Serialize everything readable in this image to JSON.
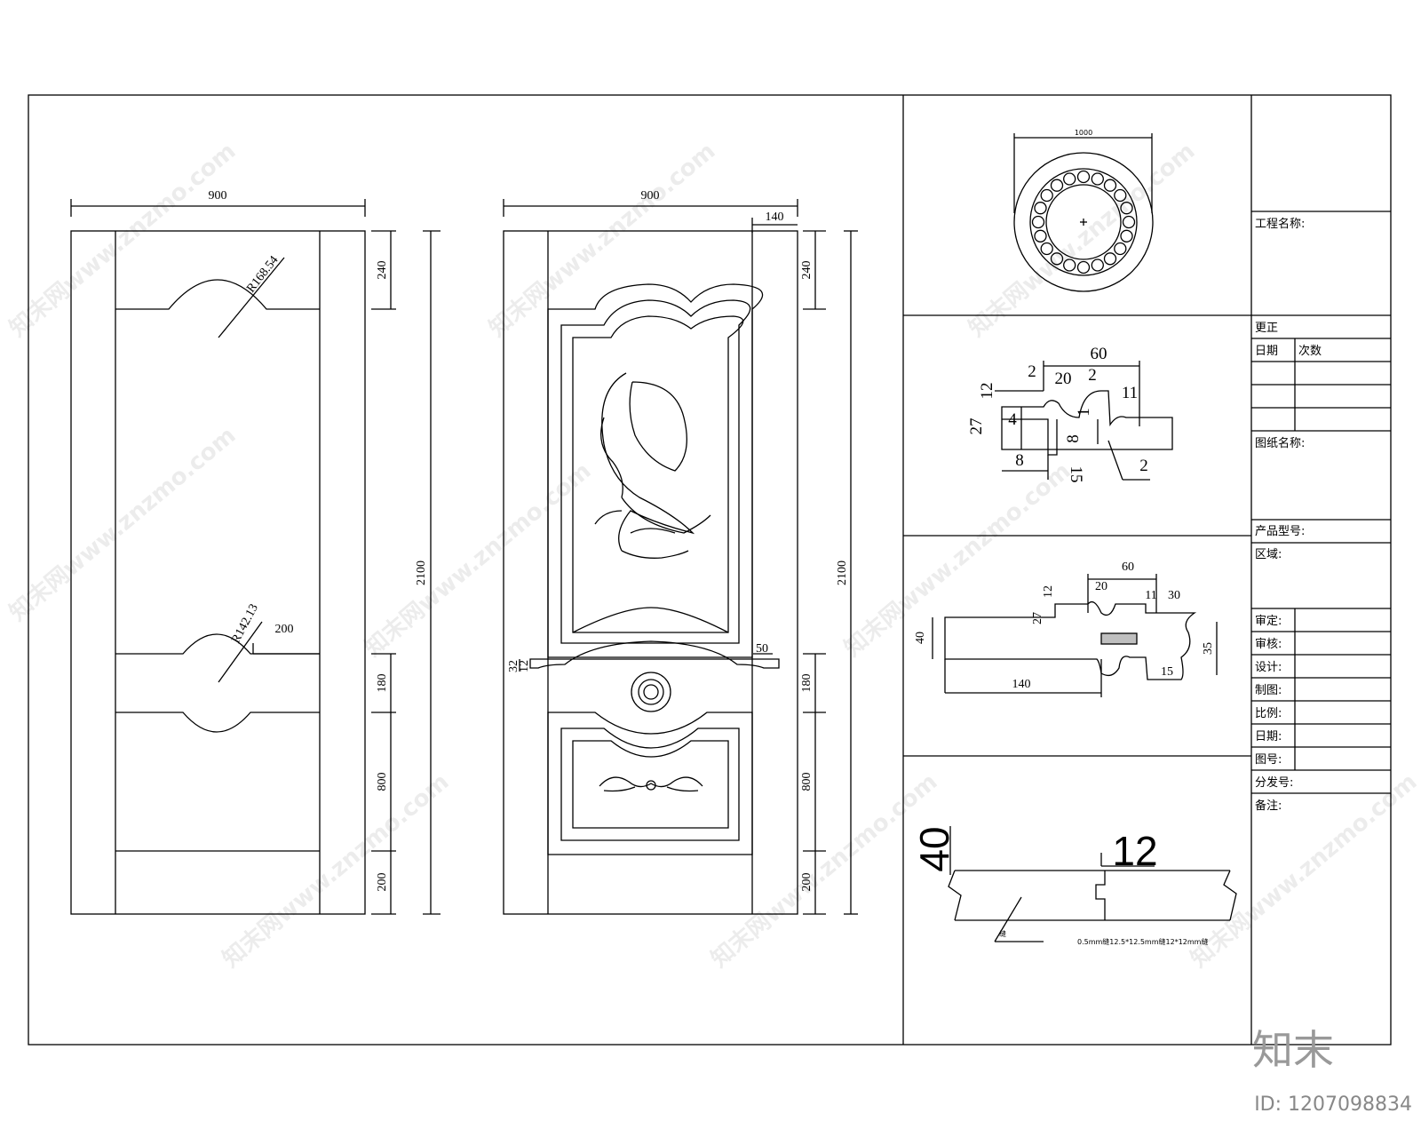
{
  "door_left": {
    "width": "900",
    "height": "2100",
    "top_rail": "240",
    "mid_rail": "180",
    "lower_panel": "800",
    "bottom_rail": "200",
    "radius_top": "R168.54",
    "radius_mid": "R142.13",
    "mid_offset": "200"
  },
  "door_right": {
    "width": "900",
    "stile": "140",
    "height": "2100",
    "top_rail": "240",
    "mid_rail": "180",
    "lower_panel": "800",
    "bottom_rail": "200",
    "molding_offset": "50",
    "molding_h1": "32",
    "molding_h2": "12"
  },
  "rosette": {
    "diameter": "1000"
  },
  "profile_a": {
    "w60": "60",
    "w20": "20",
    "d2a": "2",
    "d2b": "2",
    "d12": "12",
    "d11": "11",
    "d27": "27",
    "d4": "4",
    "d1": "1",
    "d8a": "8",
    "d8b": "8",
    "d15": "15",
    "d2c": "2"
  },
  "profile_b": {
    "w60": "60",
    "w20": "20",
    "d12": "12",
    "d11": "11",
    "d30": "30",
    "d27": "27",
    "d40": "40",
    "d140": "140",
    "d15": "15",
    "d35": "35"
  },
  "joint": {
    "t40": "40",
    "t12": "12",
    "note": "0.5mm缝12.5*12.5mm缝12*12mm缝",
    "mark": "缝"
  },
  "title_block": {
    "project_name": "工程名称:",
    "revision": "更正",
    "date_col": "日期",
    "count_col": "次数",
    "drawing_name": "图纸名称:",
    "product_model": "产品型号:",
    "area": "区域:",
    "approve": "审定:",
    "review": "审核:",
    "design": "设计:",
    "draw": "制图:",
    "scale": "比例:",
    "date": "日期:",
    "drawing_no": "图号:",
    "issue_no": "分发号:",
    "remarks": "备注:"
  },
  "branding": {
    "logo": "知末",
    "id": "ID: 1207098834",
    "watermark": "知末网www.znzmo.com"
  }
}
